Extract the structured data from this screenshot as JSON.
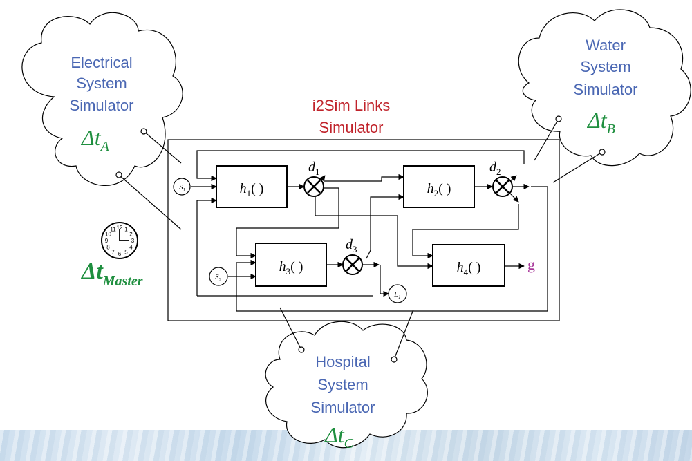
{
  "colors": {
    "cloud_label": "#4a67b3",
    "delta_t": "#1f8f3f",
    "links_label": "#c0232b",
    "output_g": "#a8389a",
    "line": "#000000"
  },
  "clouds": {
    "electrical": {
      "line1": "Electrical",
      "line2": "System",
      "line3": "Simulator",
      "dt_symbol": "Δt",
      "dt_sub": "A"
    },
    "water": {
      "line1": "Water",
      "line2": "System",
      "line3": "Simulator",
      "dt_symbol": "Δt",
      "dt_sub": "B"
    },
    "hospital": {
      "line1": "Hospital",
      "line2": "System",
      "line3": "Simulator",
      "dt_symbol": "Δt",
      "dt_sub": "C"
    }
  },
  "links_simulator": {
    "line1": "i2Sim Links",
    "line2": "Simulator"
  },
  "master": {
    "dt_symbol": "Δt",
    "dt_sub": "Master",
    "clock_icon": "clock-icon"
  },
  "blocks": {
    "h1": {
      "name": "h",
      "sub": "1",
      "args": "( )"
    },
    "h2": {
      "name": "h",
      "sub": "2",
      "args": "( )"
    },
    "h3": {
      "name": "h",
      "sub": "3",
      "args": "( )"
    },
    "h4": {
      "name": "h",
      "sub": "4",
      "args": "( )"
    }
  },
  "distributors": {
    "d1": {
      "name": "d",
      "sub": "1"
    },
    "d2": {
      "name": "d",
      "sub": "2"
    },
    "d3": {
      "name": "d",
      "sub": "3"
    }
  },
  "sources": {
    "s1": {
      "name": "S",
      "sub": "1"
    },
    "s2": {
      "name": "S",
      "sub": "2"
    }
  },
  "sink": {
    "name": "L",
    "sub": "1"
  },
  "output": {
    "label": "g"
  },
  "clock_numbers": [
    "12",
    "1",
    "2",
    "3",
    "4",
    "5",
    "6",
    "7",
    "8",
    "9",
    "10",
    "11"
  ]
}
